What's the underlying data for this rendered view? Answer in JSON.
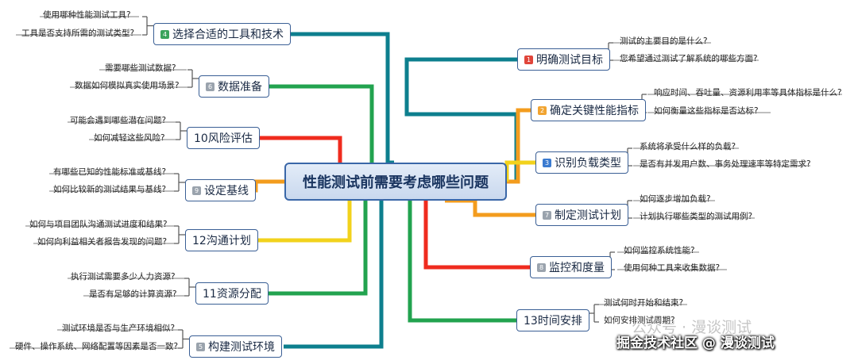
{
  "central_title": "性能测试前需要考虑哪些问题",
  "colors": {
    "background": "#ffffff",
    "central_border": "#3a67a8",
    "topic_border": "#3a5f95",
    "line_teal": "#0d7f8e",
    "line_yellow": "#f2d21c",
    "line_orange": "#f39c1e",
    "line_red": "#ef2b1e",
    "line_green": "#22a34f",
    "badge_red": "#e0453a",
    "badge_orange": "#f1a431",
    "badge_blue": "#3b7bd0",
    "badge_green": "#3aa35c",
    "badge_gray": "#9aa3ad"
  },
  "right_topics": [
    {
      "label": "明确测试目标",
      "badge": "1",
      "questions": [
        "测试的主要目的是什么?",
        "您希望通过测试了解系统的哪些方面?"
      ]
    },
    {
      "label": "确定关键性能指标",
      "badge": "2",
      "questions": [
        "响应时间、吞吐量、资源利用率等具体指标是什么?",
        "如何衡量这些指标是否达标?"
      ]
    },
    {
      "label": "识别负载类型",
      "badge": "3",
      "questions": [
        "系统将承受什么样的负载?",
        "是否有并发用户数、事务处理速率等特定需求?"
      ]
    },
    {
      "label": "制定测试计划",
      "badge": "7",
      "questions": [
        "如何逐步增加负载?",
        "计划执行哪些类型的测试用例?"
      ]
    },
    {
      "label": "监控和度量",
      "badge": "8",
      "questions": [
        "如何监控系统性能?",
        "使用何种工具来收集数据?"
      ]
    },
    {
      "label": "13时间安排",
      "badge": "",
      "questions": [
        "测试何时开始和结束?",
        "如何安排测试周期?"
      ]
    }
  ],
  "left_topics": [
    {
      "label": "选择合适的工具和技术",
      "badge": "4",
      "questions": [
        "使用哪种性能测试工具?",
        "工具是否支持所需的测试类型?"
      ]
    },
    {
      "label": "数据准备",
      "badge": "6",
      "questions": [
        "需要哪些测试数据?",
        "数据如何模拟真实使用场景?"
      ]
    },
    {
      "label": "10风险评估",
      "badge": "",
      "questions": [
        "可能会遇到哪些潜在问题?",
        "如何减轻这些风险?"
      ]
    },
    {
      "label": "设定基线",
      "badge": "9",
      "questions": [
        "有哪些已知的性能标准或基线?",
        "如何比较新的测试结果与基线?"
      ]
    },
    {
      "label": "12沟通计划",
      "badge": "",
      "questions": [
        "如何与项目团队沟通测试进度和结果?",
        "如何向利益相关者报告发现的问题?"
      ]
    },
    {
      "label": "11资源分配",
      "badge": "",
      "questions": [
        "执行测试需要多少人力资源?",
        "是否有足够的计算资源?"
      ]
    },
    {
      "label": "构建测试环境",
      "badge": "5",
      "questions": [
        "测试环境是否与生产环境相似?",
        "硬件、操作系统、网络配置等因素是否一致?"
      ]
    }
  ],
  "watermark_top": "公众号 · 漫谈测试",
  "watermark_bottom": "掘金技术社区 @ 漫谈测试"
}
